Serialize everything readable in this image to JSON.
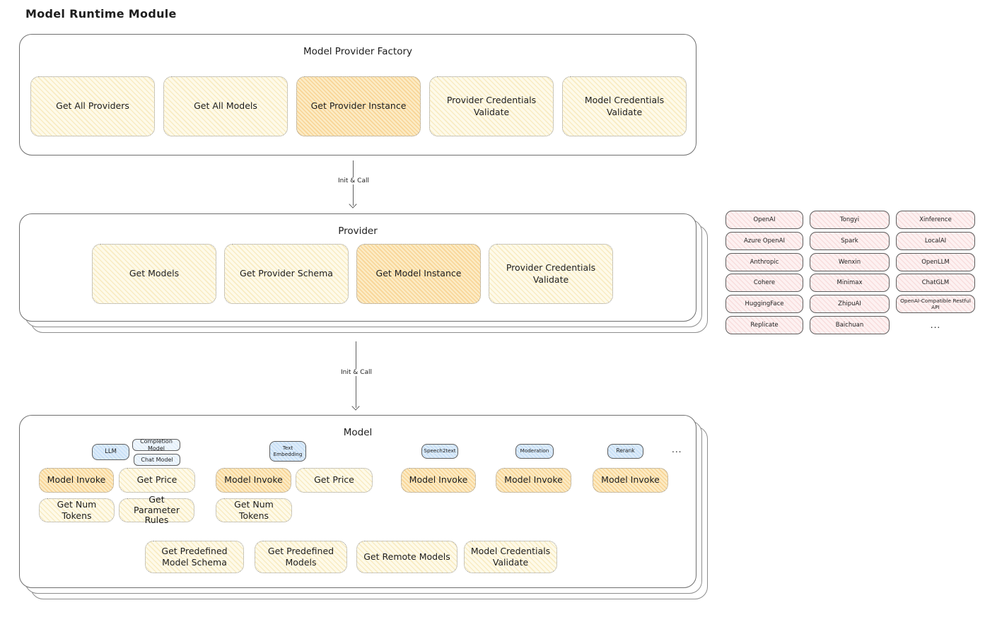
{
  "title": "Model Runtime Module",
  "colors": {
    "yellow_fill": "#fefae9",
    "yellow_hatch": "#f2dc9e",
    "orange_fill": "#fcebc4",
    "orange_hatch": "#f4c170",
    "pink_fill": "#fdf1f1",
    "pink_hatch": "#edb4b4",
    "blue_fill": "#dcebfa",
    "lightblue_fill": "#eff6fd",
    "panel_border": "#6f6f6f",
    "chip_border": "#979797",
    "arrow": "#5f5f5f",
    "text": "#1d1d1d"
  },
  "factory": {
    "title": "Model Provider Factory",
    "items": [
      {
        "label": "Get All Providers"
      },
      {
        "label": "Get All Models"
      },
      {
        "label": "Get Provider Instance"
      },
      {
        "label": "Provider Credentials Validate"
      },
      {
        "label": "Model Credentials Validate"
      }
    ]
  },
  "arrows": {
    "factory_to_provider": "Init & Call",
    "provider_to_model": "Init & Call"
  },
  "provider": {
    "title": "Provider",
    "items": [
      {
        "label": "Get Models"
      },
      {
        "label": "Get Provider Schema"
      },
      {
        "label": "Get Model Instance"
      },
      {
        "label": "Provider Credentials Validate"
      }
    ]
  },
  "provider_list": {
    "rows": [
      [
        "OpenAI",
        "Tongyi",
        "Xinference"
      ],
      [
        "Azure OpenAI",
        "Spark",
        "LocalAI"
      ],
      [
        "Anthropic",
        "Wenxin",
        "OpenLLM"
      ],
      [
        "Cohere",
        "Minimax",
        "ChatGLM"
      ],
      [
        "HuggingFace",
        "ZhipuAI",
        "OpenAI-Compatible Restful API"
      ],
      [
        "Replicate",
        "Baichuan",
        "..."
      ]
    ]
  },
  "model": {
    "title": "Model",
    "tags": {
      "llm": "LLM",
      "completion": "Completion Model",
      "chat": "Chat Model",
      "text_embedding": "Text Embedding",
      "speech2text": "Speech2text",
      "moderation": "Moderation",
      "rerank": "Rerank",
      "more": "..."
    },
    "llm_ops": {
      "invoke": "Model Invoke",
      "get_price": "Get Price",
      "get_num_tokens": "Get Num Tokens",
      "get_parameter_rules": "Get Parameter Rules"
    },
    "embedding_ops": {
      "invoke": "Model Invoke",
      "get_price": "Get Price",
      "get_num_tokens": "Get Num Tokens"
    },
    "speech2text_ops": {
      "invoke": "Model Invoke"
    },
    "moderation_ops": {
      "invoke": "Model Invoke"
    },
    "rerank_ops": {
      "invoke": "Model Invoke"
    },
    "common_ops": [
      "Get Predefined Model Schema",
      "Get Predefined Models",
      "Get Remote Models",
      "Model Credentials Validate"
    ]
  }
}
